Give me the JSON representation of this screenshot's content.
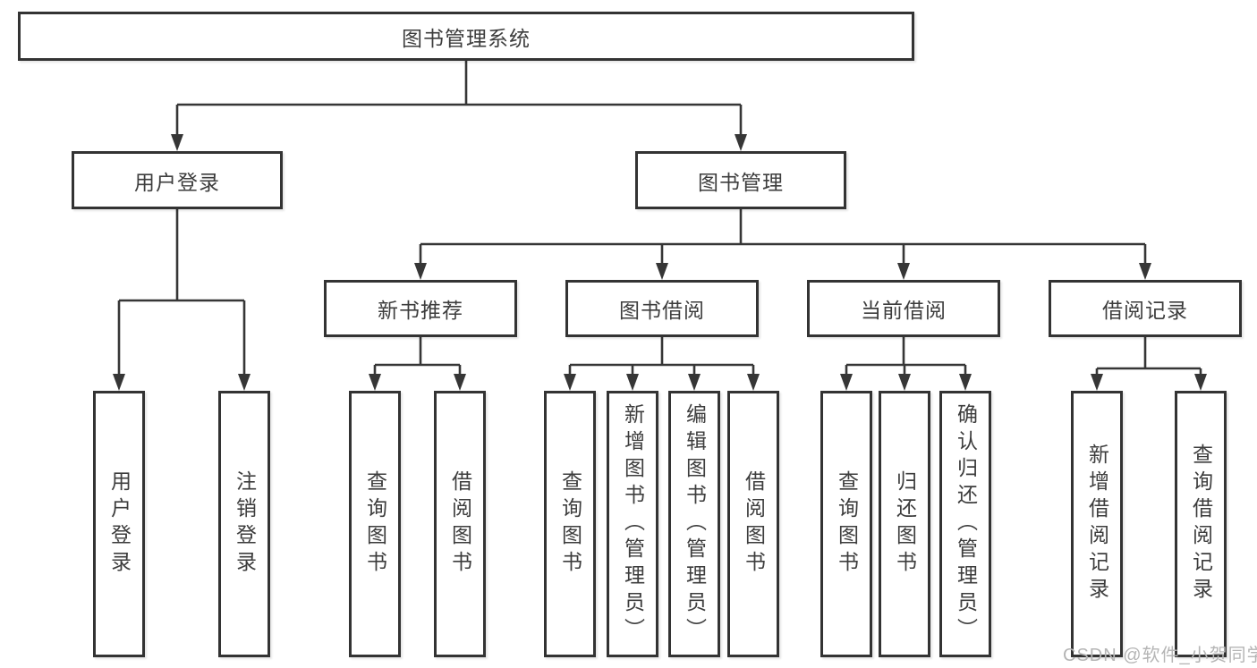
{
  "diagram": {
    "root": {
      "label": "图书管理系统",
      "children": [
        {
          "label": "用户登录",
          "children": [
            {
              "label": "用户登录"
            },
            {
              "label": "注销登录"
            }
          ]
        },
        {
          "label": "图书管理",
          "children": [
            {
              "label": "新书推荐",
              "children": [
                {
                  "label": "查询图书"
                },
                {
                  "label": "借阅图书"
                }
              ]
            },
            {
              "label": "图书借阅",
              "children": [
                {
                  "label": "查询图书"
                },
                {
                  "label": "新增图书（管理员）"
                },
                {
                  "label": "编辑图书（管理员）"
                },
                {
                  "label": "借阅图书"
                }
              ]
            },
            {
              "label": "当前借阅",
              "children": [
                {
                  "label": "查询图书"
                },
                {
                  "label": "归还图书"
                },
                {
                  "label": "确认归还（管理员）"
                }
              ]
            },
            {
              "label": "借阅记录",
              "children": [
                {
                  "label": "新增借阅记录"
                },
                {
                  "label": "查询借阅记录"
                }
              ]
            }
          ]
        }
      ]
    },
    "watermark": "CSDN @软件_小贺同学",
    "colors": {
      "line": "#363636",
      "box_border": "#333333",
      "box_bg": "#ffffff",
      "text": "#3d3d3d",
      "watermark": "#b5b5b5"
    }
  }
}
